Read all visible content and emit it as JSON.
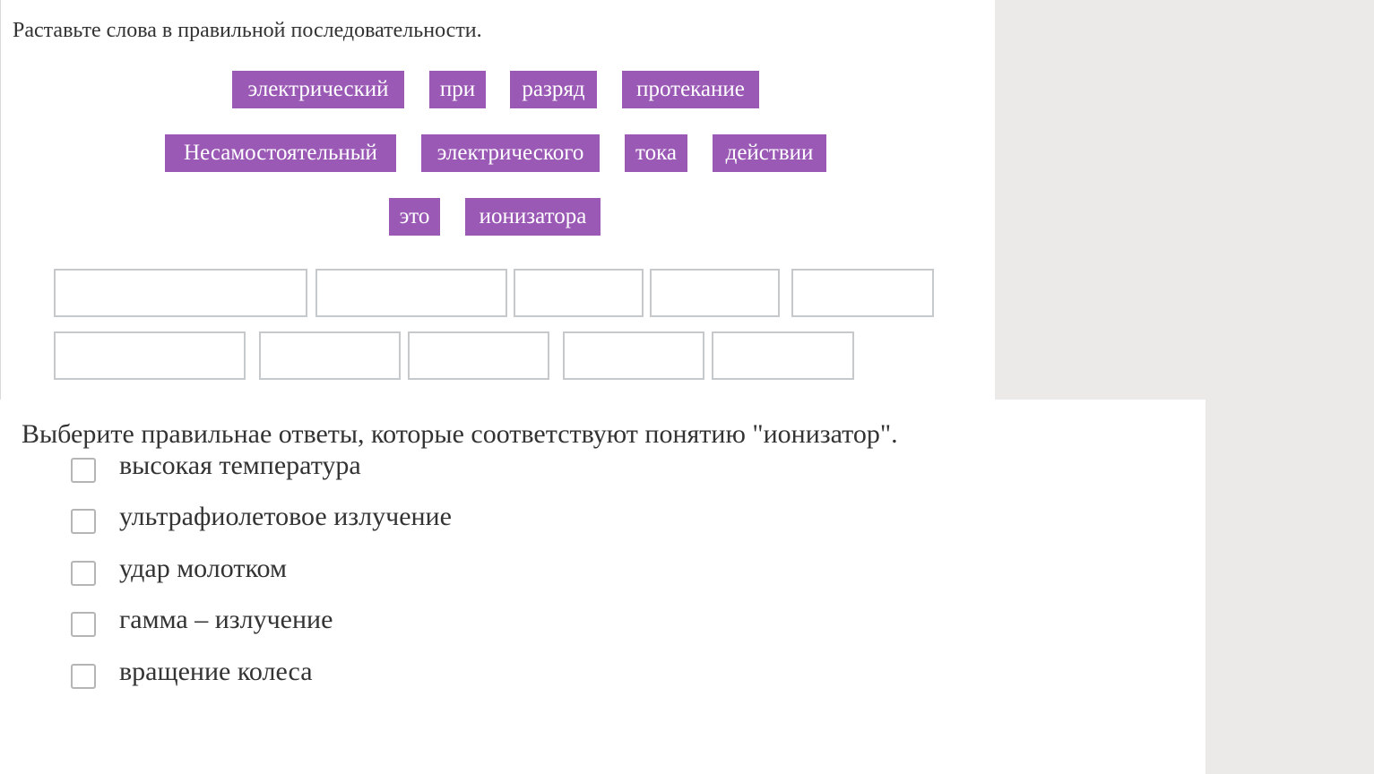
{
  "task1": {
    "instruction": "Раставьте слова в правильной последовательности.",
    "words": [
      "электрический",
      "при",
      "разряд",
      "протекание",
      "Несамостоятельный",
      "электрического",
      "тока",
      "действии",
      "это",
      "ионизатора"
    ],
    "word_chip_color": "#9b59b6",
    "answer_slot_count": 10
  },
  "task2": {
    "question": "Выберите правильнае ответы, которые соответствуют понятию \"ионизатор\".",
    "options": [
      "высокая температура",
      "ультрафиолетовое излучение",
      "удар молотком",
      "гамма – излучение",
      "вращение колеса"
    ]
  }
}
